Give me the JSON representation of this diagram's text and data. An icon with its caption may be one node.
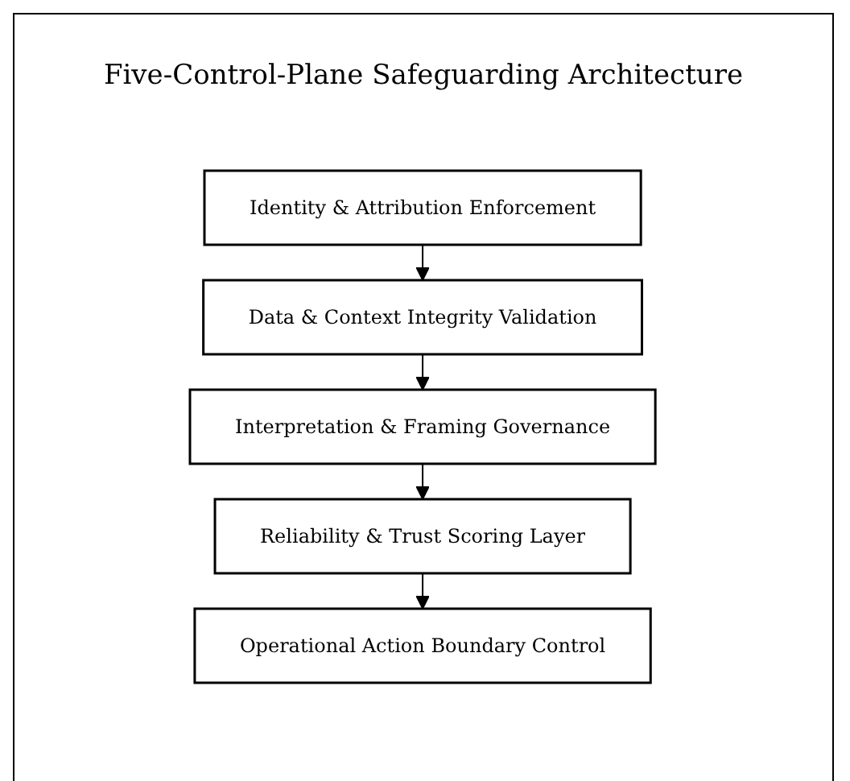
{
  "diagram": {
    "title": "Five-Control-Plane Safeguarding Architecture",
    "nodes": [
      {
        "text": [
          "Identity & Attribution Enforcement"
        ]
      },
      {
        "text": [
          "Data & Context Integrity Validation"
        ]
      },
      {
        "text": [
          "Interpretation & Framing Governance"
        ]
      },
      {
        "text": [
          "Reliability & Trust Scoring Layer"
        ]
      },
      {
        "text": [
          "Operational Action Boundary Control"
        ]
      }
    ],
    "edges": [
      {
        "from": 0,
        "to": 1,
        "arrow": "to"
      },
      {
        "from": 1,
        "to": 2,
        "arrow": "to"
      },
      {
        "from": 2,
        "to": 3,
        "arrow": "to"
      },
      {
        "from": 3,
        "to": 4,
        "arrow": "to"
      }
    ]
  }
}
